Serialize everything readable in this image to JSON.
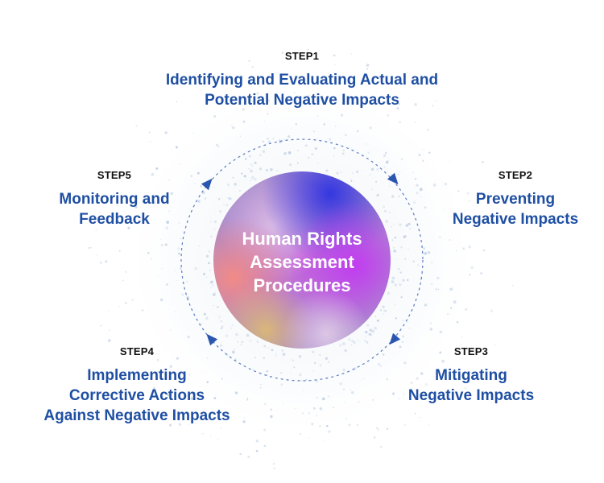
{
  "center": {
    "line1": "Human Rights",
    "line2": "Assessment",
    "line3": "Procedures"
  },
  "steps": [
    {
      "label": "STEP1",
      "title_lines": [
        "Identifying and Evaluating Actual and",
        "Potential Negative Impacts"
      ]
    },
    {
      "label": "STEP2",
      "title_lines": [
        "Preventing",
        "Negative Impacts"
      ]
    },
    {
      "label": "STEP3",
      "title_lines": [
        "Mitigating",
        "Negative Impacts"
      ]
    },
    {
      "label": "STEP4",
      "title_lines": [
        "Implementing",
        "Corrective Actions",
        "Against Negative Impacts"
      ]
    },
    {
      "label": "STEP5",
      "title_lines": [
        "Monitoring and",
        "Feedback"
      ]
    }
  ],
  "colors": {
    "title_blue": "#1f4fa3",
    "arrow_blue": "#2a56b0",
    "label_black": "#111111",
    "orb_blue": "#3b3fd8",
    "orb_purple": "#b64fe6",
    "orb_pink": "#e98aa6",
    "orb_gold": "#d8b27a"
  }
}
